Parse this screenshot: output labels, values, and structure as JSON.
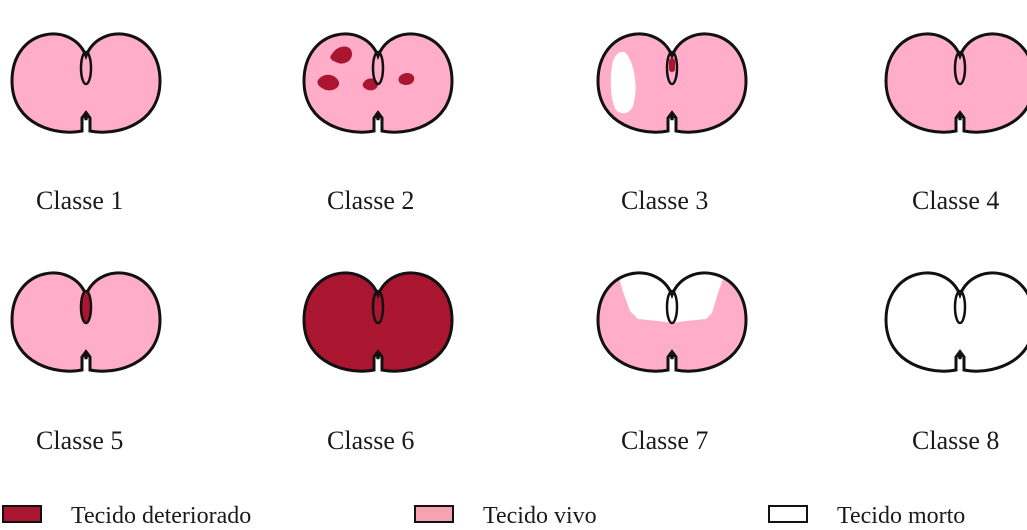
{
  "colors": {
    "live": "#ffadc8",
    "deteriorated": "#aa1530",
    "dead": "#ffffff",
    "outline": "#111111",
    "legend_live": "#f5a3b0"
  },
  "classes": [
    {
      "label": "Classe 1"
    },
    {
      "label": "Classe 2"
    },
    {
      "label": "Classe 3"
    },
    {
      "label": "Classe 4"
    },
    {
      "label": "Classe 5"
    },
    {
      "label": "Classe 6"
    },
    {
      "label": "Classe 7"
    },
    {
      "label": "Classe 8"
    }
  ],
  "legend": [
    {
      "label": "Tecido deteriorado",
      "color": "#aa1530"
    },
    {
      "label": "Tecido vivo",
      "color": "#f5a3b0"
    },
    {
      "label": "Tecido morto",
      "color": "#ffffff"
    }
  ]
}
